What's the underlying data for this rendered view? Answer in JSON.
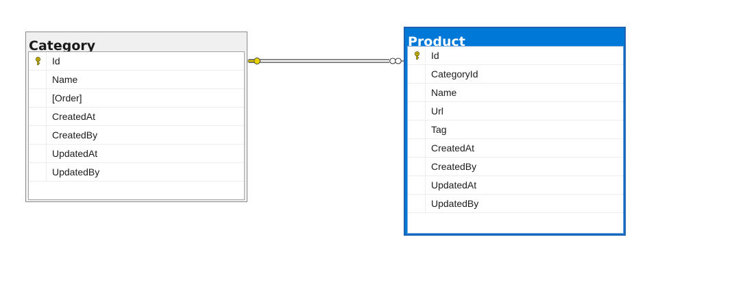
{
  "tables": [
    {
      "name": "Category",
      "columns": [
        {
          "name": "Id",
          "primary_key": true
        },
        {
          "name": "Name",
          "primary_key": false
        },
        {
          "name": "[Order]",
          "primary_key": false
        },
        {
          "name": "CreatedAt",
          "primary_key": false
        },
        {
          "name": "CreatedBy",
          "primary_key": false
        },
        {
          "name": "UpdatedAt",
          "primary_key": false
        },
        {
          "name": "UpdatedBy",
          "primary_key": false
        }
      ],
      "selected": false
    },
    {
      "name": "Product",
      "columns": [
        {
          "name": "Id",
          "primary_key": true
        },
        {
          "name": "CategoryId",
          "primary_key": false
        },
        {
          "name": "Name",
          "primary_key": false
        },
        {
          "name": "Url",
          "primary_key": false
        },
        {
          "name": "Tag",
          "primary_key": false
        },
        {
          "name": "CreatedAt",
          "primary_key": false
        },
        {
          "name": "CreatedBy",
          "primary_key": false
        },
        {
          "name": "UpdatedAt",
          "primary_key": false
        },
        {
          "name": "UpdatedBy",
          "primary_key": false
        }
      ],
      "selected": true
    }
  ],
  "relationship": {
    "from": "Category",
    "to": "Product",
    "from_end": "one (key)",
    "to_end": "many (infinity)"
  },
  "colors": {
    "selected_header": "#0078d7",
    "key_icon": "#e8d200",
    "line": "#404040"
  }
}
